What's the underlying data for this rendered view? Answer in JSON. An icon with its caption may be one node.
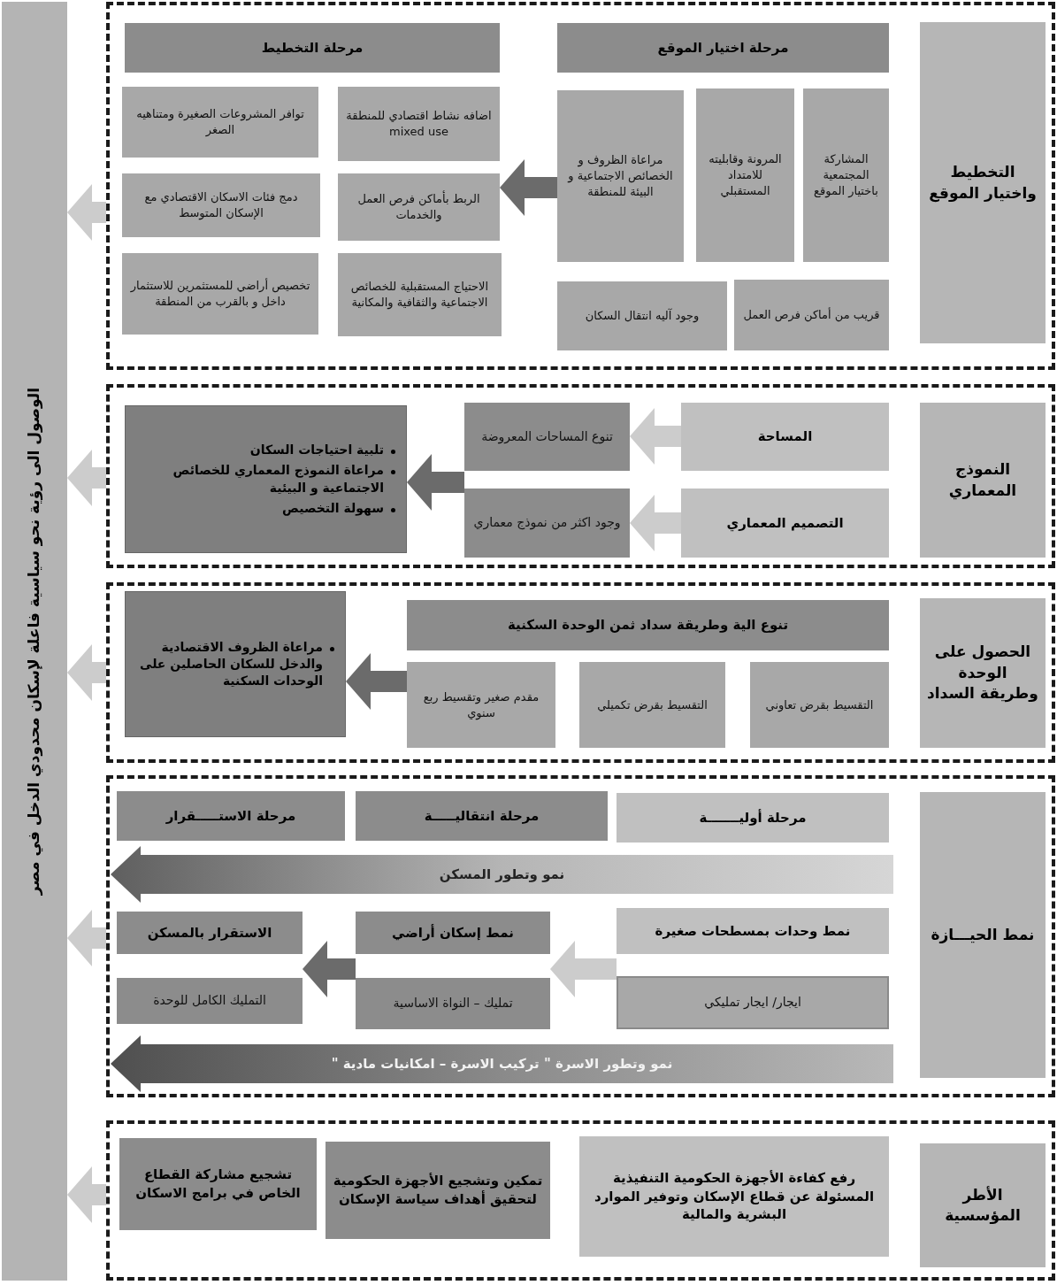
{
  "diagram": {
    "nodes": [
      {
        "text": [
          "الوصول الى رؤية نحو سياسية فاعلة لإسكان محدودي الدخل في مصر"
        ]
      },
      {
        "text": [],
        "shape": "box"
      },
      {
        "text": [
          "التخطيط واختيار الموقع"
        ],
        "in": 1
      },
      {
        "text": [
          "مرحلة اختيار الموقع"
        ],
        "in": 1
      },
      {
        "text": [
          "المشاركة المجتمعية باختيار الموقع"
        ],
        "in": 1
      },
      {
        "text": [
          "المرونة وقابليته للامتداد المستقبلي"
        ],
        "in": 1
      },
      {
        "text": [
          "مراعاة الظروف و الخصائص الاجتماعية و البيئة للمنطقة"
        ],
        "in": 1
      },
      {
        "text": [
          "قريب من أماكن فرص العمل"
        ],
        "in": 1
      },
      {
        "text": [
          "وجود آليه انتقال السكان"
        ],
        "in": 1
      },
      {
        "text": [
          "مرحلة التخطيط"
        ],
        "in": 1
      },
      {
        "text": [
          "اضافه نشاط اقتصادي للمنطقة mixed use"
        ],
        "in": 1
      },
      {
        "text": [
          "توافر المشروعات الصغيرة ومتناهيه الصغر"
        ],
        "in": 1
      },
      {
        "text": [
          "الربط بأماكن فرص العمل والخدمات"
        ],
        "in": 1
      },
      {
        "text": [
          "دمج فئات الاسكان الاقتصادي مع الإسكان المتوسط"
        ],
        "in": 1
      },
      {
        "text": [
          "الاحتياج المستقبلية للخصائص الاجتماعية والثقافية والمكانية"
        ],
        "in": 1
      },
      {
        "text": [
          "تخصيص أراضي للمستثمرين للاستثمار داخل و بالقرب من المنطقة"
        ],
        "in": 1
      },
      {
        "text": [],
        "shape": "box"
      },
      {
        "text": [
          "النموذج المعماري"
        ],
        "in": 16
      },
      {
        "text": [
          "المساحة"
        ],
        "in": 16
      },
      {
        "text": [
          "التصميم المعماري"
        ],
        "in": 16
      },
      {
        "text": [
          "تنوع المساحات المعروضة"
        ],
        "in": 16
      },
      {
        "text": [
          "وجود اكثر من نموذج معماري"
        ],
        "in": 16
      },
      {
        "text": [
          "تلبية احتياجات السكان",
          "مراعاة النموذج المعماري للخصائص الاجتماعية و البيئية",
          "سهولة التخصيص"
        ],
        "in": 16
      },
      {
        "text": [],
        "shape": "box"
      },
      {
        "text": [
          "الحصول على الوحدة وطريقة السداد"
        ],
        "in": 23
      },
      {
        "text": [
          "تنوع الية وطريقة سداد ثمن الوحدة السكنية"
        ],
        "in": 23
      },
      {
        "text": [
          "التقسيط بقرض تعاوني"
        ],
        "in": 23
      },
      {
        "text": [
          "التقسيط بقرض تكميلي"
        ],
        "in": 23
      },
      {
        "text": [
          "مقدم صغير وتقسيط ربع سنوي"
        ],
        "in": 23
      },
      {
        "text": [
          "مراعاة الظروف الاقتصادية والدخل للسكان الحاصلين على الوحدات السكنية"
        ],
        "in": 23
      },
      {
        "text": [],
        "shape": "box"
      },
      {
        "text": [
          "نمط الحيـــازة"
        ],
        "in": 30
      },
      {
        "text": [
          "مرحلة أوليـــــــة"
        ],
        "in": 30
      },
      {
        "text": [
          "مرحلة انتقاليـــــة"
        ],
        "in": 30
      },
      {
        "text": [
          "مرحلة الاستـــــقرار"
        ],
        "in": 30
      },
      {
        "text": [
          "نمو وتطور المسكن"
        ],
        "in": 30
      },
      {
        "text": [
          "نمط وحدات بمسطحات صغيرة"
        ],
        "in": 30
      },
      {
        "text": [
          "ايجار/ ايجار تمليكي"
        ],
        "in": 30
      },
      {
        "text": [
          "نمط إسكان أراضي"
        ],
        "in": 30
      },
      {
        "text": [
          "تمليك – النواة الاساسية"
        ],
        "in": 30
      },
      {
        "text": [
          "الاستقرار بالمسكن"
        ],
        "in": 30
      },
      {
        "text": [
          "التمليك الكامل للوحدة"
        ],
        "in": 30
      },
      {
        "text": [
          "نمو وتطور الاسرة \" تركيب الاسرة – امكانيات مادية \""
        ],
        "in": 30
      },
      {
        "text": [],
        "shape": "box"
      },
      {
        "text": [
          "الأطر المؤسسية"
        ],
        "in": 43
      },
      {
        "text": [
          "رفع كفاءة الأجهزة الحكومية التنفيذية المسئولة عن قطاع الإسكان وتوفير الموارد البشرية والمالية"
        ],
        "in": 43
      },
      {
        "text": [
          "تمكين وتشجيع الأجهزة الحكومية لتحقيق أهداف سياسة الإسكان"
        ],
        "in": 43
      },
      {
        "text": [
          "تشجيع مشاركة القطاع الخاص في برامج الاسكان"
        ],
        "in": 43
      }
    ],
    "edges": [
      {
        "from": 1,
        "to": 0,
        "arrow": "to"
      },
      {
        "from": 16,
        "to": 0,
        "arrow": "to"
      },
      {
        "from": 23,
        "to": 0,
        "arrow": "to"
      },
      {
        "from": 30,
        "to": 0,
        "arrow": "to"
      },
      {
        "from": 43,
        "to": 0,
        "arrow": "to"
      },
      {
        "from": 6,
        "to": 12,
        "arrow": "to",
        "color": "#6b6b6b"
      },
      {
        "from": 18,
        "to": 20,
        "arrow": "to"
      },
      {
        "from": 19,
        "to": 21,
        "arrow": "to"
      },
      {
        "from": 20,
        "to": 22,
        "arrow": "to",
        "color": "#6b6b6b"
      },
      {
        "from": 21,
        "to": 22,
        "arrow": "to",
        "color": "#6b6b6b"
      },
      {
        "from": 28,
        "to": 29,
        "arrow": "to",
        "color": "#6b6b6b"
      },
      {
        "from": 36,
        "to": 38,
        "arrow": "to"
      },
      {
        "from": 37,
        "to": 39,
        "arrow": "to"
      },
      {
        "from": 38,
        "to": 40,
        "arrow": "to",
        "color": "#6b6b6b"
      },
      {
        "from": 39,
        "to": 41,
        "arrow": "to",
        "color": "#6b6b6b"
      }
    ]
  }
}
